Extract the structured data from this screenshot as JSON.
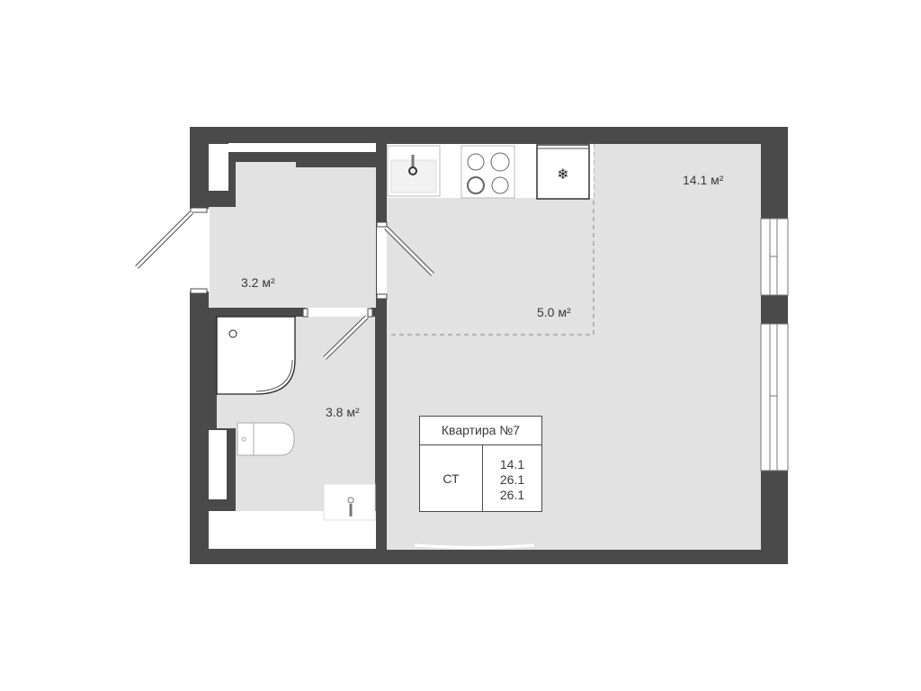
{
  "plan": {
    "apartment_title": "Квартира №7",
    "apartment_type": "СТ",
    "areas": [
      "14.1",
      "26.1",
      "26.1"
    ],
    "rooms": [
      {
        "name": "hallway",
        "area_label": "3.2 м²"
      },
      {
        "name": "bathroom",
        "area_label": "3.8 м²"
      },
      {
        "name": "kitchen-zone",
        "area_label": "5.0 м²"
      },
      {
        "name": "living-room",
        "area_label": "14.1 м²"
      }
    ],
    "colors": {
      "wall": "#4a4a4a",
      "floor": "#e2e2e2",
      "background": "#ffffff",
      "fixture_line": "#555555"
    }
  }
}
